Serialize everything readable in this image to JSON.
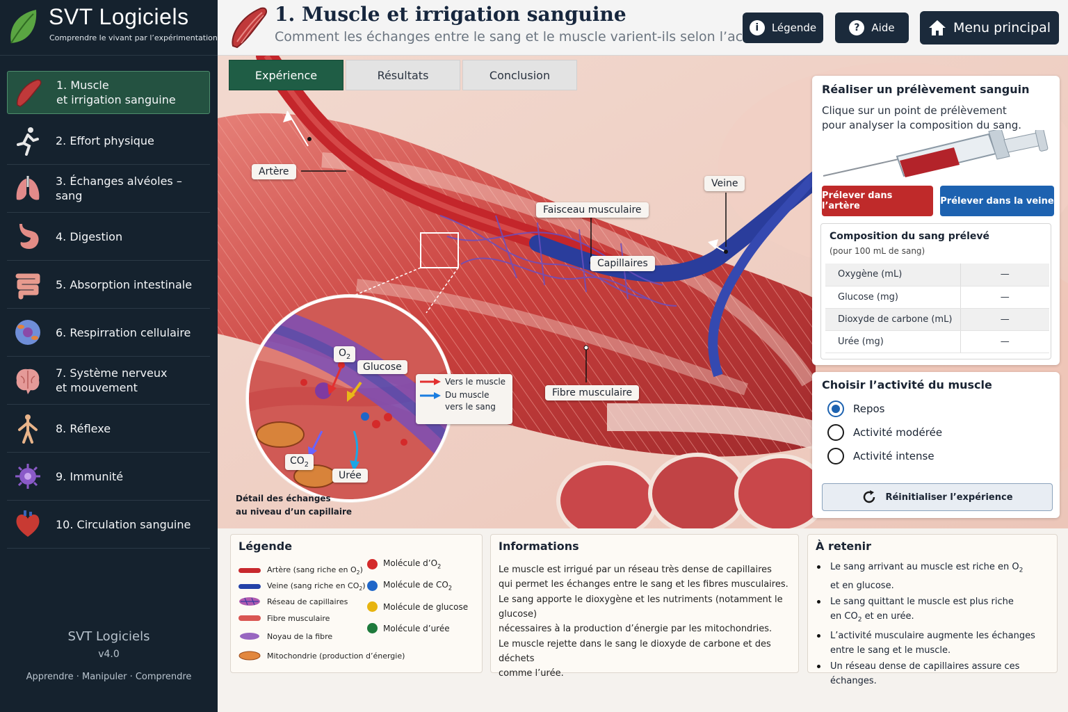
{
  "sidebar": {
    "brand_title": "SVT Logiciels",
    "brand_subtitle": "Comprendre le vivant par l’expérimentation",
    "items": [
      {
        "label": "1. Muscle\net irrigation sanguine",
        "icon": "muscle-icon",
        "active": true
      },
      {
        "label": "2. Effort physique",
        "icon": "runner-icon"
      },
      {
        "label": "3. Échanges alvéoles – sang",
        "icon": "lungs-icon"
      },
      {
        "label": "4. Digestion",
        "icon": "stomach-icon"
      },
      {
        "label": "5. Absorption intestinale",
        "icon": "intestine-icon"
      },
      {
        "label": "6. Respirration cellulaire",
        "icon": "cell-icon"
      },
      {
        "label": "7. Système nerveux\n    et mouvement",
        "icon": "brain-icon"
      },
      {
        "label": "8. Réflexe",
        "icon": "body-icon"
      },
      {
        "label": "9. Immunité",
        "icon": "virus-icon"
      },
      {
        "label": "10. Circulation sanguine",
        "icon": "heart-icon"
      }
    ],
    "footer_name": "SVT Logiciels",
    "footer_version": "v4.0",
    "footer_tagline": "Apprendre · Manipuler · Comprendre"
  },
  "header": {
    "title": "1. Muscle et irrigation sanguine",
    "subtitle": "Comment les échanges entre le sang et le muscle varient-ils selon l’activité ?",
    "legend_button": "Légende",
    "help_button": "Aide",
    "menu_button": "Menu principal"
  },
  "tabs": [
    {
      "label": "Expérience",
      "active": true
    },
    {
      "label": "Résultats"
    },
    {
      "label": "Conclusion"
    }
  ],
  "illustration": {
    "labels": {
      "artery": "Artère",
      "vein": "Veine",
      "bundle": "Faisceau musculaire",
      "capillaries": "Capillaires",
      "fiber": "Fibre musculaire"
    },
    "detail": {
      "o2": "O",
      "glucose": "Glucose",
      "co2": "CO",
      "urea": "Urée",
      "to_muscle": "Vers le muscle",
      "from_muscle": "Du muscle\nvers le sang",
      "caption": "Détail des échanges\nau niveau d’un capillaire"
    }
  },
  "sample_panel": {
    "title": "Réaliser un prélèvement sanguin",
    "description": "Clique sur un point de prélèvement\npour analyser la composition du sang.",
    "artery_button": "Prélever dans l’artère",
    "vein_button": "Prélever dans la veine",
    "composition_title": "Composition du sang prélevé",
    "composition_unit": "(pour 100 mL de sang)",
    "rows": [
      {
        "label": "Oxygène (mL)",
        "value": "—"
      },
      {
        "label": "Glucose (mg)",
        "value": "—"
      },
      {
        "label": "Dioxyde de carbone (mL)",
        "value": "—"
      },
      {
        "label": "Urée (mg)",
        "value": "—"
      }
    ]
  },
  "activity_panel": {
    "title": "Choisir l’activité du muscle",
    "options": [
      {
        "label": "Repos",
        "selected": true
      },
      {
        "label": "Activité modérée",
        "selected": false
      },
      {
        "label": "Activité intense",
        "selected": false
      }
    ],
    "reset_button": "Réinitialiser l’expérience"
  },
  "legend_panel": {
    "title": "Légende",
    "left": [
      {
        "label": "Artère (sang riche en O",
        "sub": "2",
        "end": ")",
        "icon": "artery-swatch-icon"
      },
      {
        "label": "Veine (sang riche en CO",
        "sub": "2",
        "end": ")",
        "icon": "vein-swatch-icon"
      },
      {
        "label": "Réseau de capillaires",
        "icon": "capillary-swatch-icon"
      },
      {
        "label": "Fibre musculaire",
        "icon": "fiber-swatch-icon"
      },
      {
        "label": "Noyau de la fibre",
        "icon": "nucleus-swatch-icon"
      },
      {
        "label": "Mitochondrie (production d’énergie)",
        "icon": "mitochondria-swatch-icon"
      }
    ],
    "right": [
      {
        "label": "Molécule d’O",
        "sub": "2",
        "color": "#d42a2a"
      },
      {
        "label": "Molécule de CO",
        "sub": "2",
        "color": "#1f66c8"
      },
      {
        "label": "Molécule de glucose",
        "color": "#e7b410"
      },
      {
        "label": "Molécule d’urée",
        "color": "#1e7a3c"
      }
    ]
  },
  "info_panel": {
    "title": "Informations",
    "paragraphs": [
      "Le muscle est irrigué par un réseau très dense de capillaires\nqui permet les échanges entre le sang et les fibres musculaires.",
      "Le sang apporte le dioxygène et les nutriments (notamment le glucose)\nnécessaires à la production d’énergie par les mitochondries.",
      "Le muscle rejette dans le sang le dioxyde de carbone et des déchets\ncomme l’urée."
    ]
  },
  "keep_panel": {
    "title": "À retenir",
    "items": [
      {
        "a": "Le sang arrivant au muscle est riche en O",
        "sub": "2",
        "b": "\net en glucose."
      },
      {
        "a": "Le sang quittant le muscle est plus riche\nen CO",
        "sub": "2",
        "b": " et en urée."
      },
      {
        "a": "L’activité musculaire augmente les échanges\nentre le sang et le muscle.",
        "sub": "",
        "b": ""
      },
      {
        "a": "Un réseau dense de capillaires assure ces échanges.",
        "sub": "",
        "b": ""
      }
    ]
  }
}
